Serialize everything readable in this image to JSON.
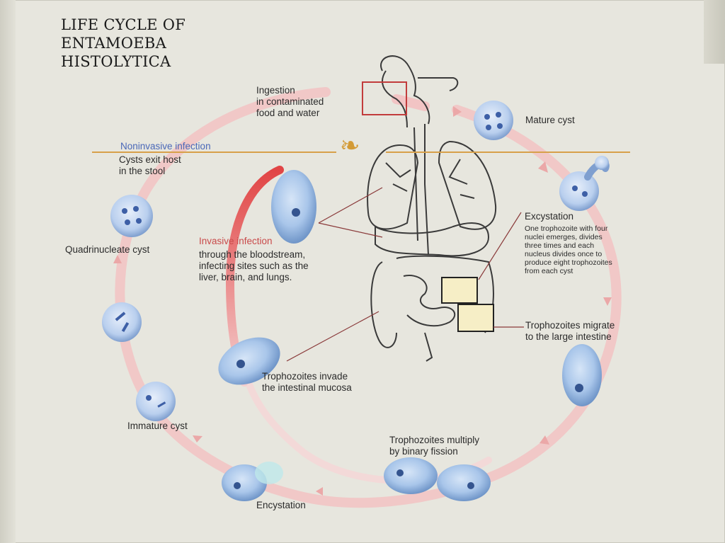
{
  "slide": {
    "title": "LIFE CYCLE OF\nENTAMOEBA\nHISTOLYTICA"
  },
  "stages": {
    "ingestion": "Ingestion\nin contaminated\nfood and water",
    "mature_cyst": "Mature cyst",
    "excystation_heading": "Excystation",
    "excystation_detail": "One trophozoite with four\nnuclei emerges, divides\nthree times and each\nnucleus divides once to\nproduce eight trophozoites\nfrom each cyst",
    "trophozoites_migrate": "Trophozoites  migrate\nto the large intestine",
    "trophozoites_multiply": "Trophozoites multiply\nby binary fission",
    "encystation": "Encystation",
    "immature_cyst": "Immature cyst",
    "quadrinucleate_cyst": "Quadrinucleate cyst",
    "trophozoites_invade": "Trophozoites invade\nthe intestinal mucosa",
    "noninvasive_heading": "Noninvasive infection",
    "noninvasive_detail": "Cysts exit host\nin the stool",
    "invasive_heading": "Invasive infection",
    "invasive_detail": "through the bloodstream,\ninfecting sites such as the\nliver, brain, and lungs."
  },
  "colors": {
    "cycle_arrow": "#f2c4c4",
    "invasive_arrow": "#d94848",
    "noninvasive_text": "#4a68b8",
    "invasive_text": "#c94a4a",
    "cell_fill": "#a9c6ea",
    "accent_line": "#d7a04a"
  }
}
